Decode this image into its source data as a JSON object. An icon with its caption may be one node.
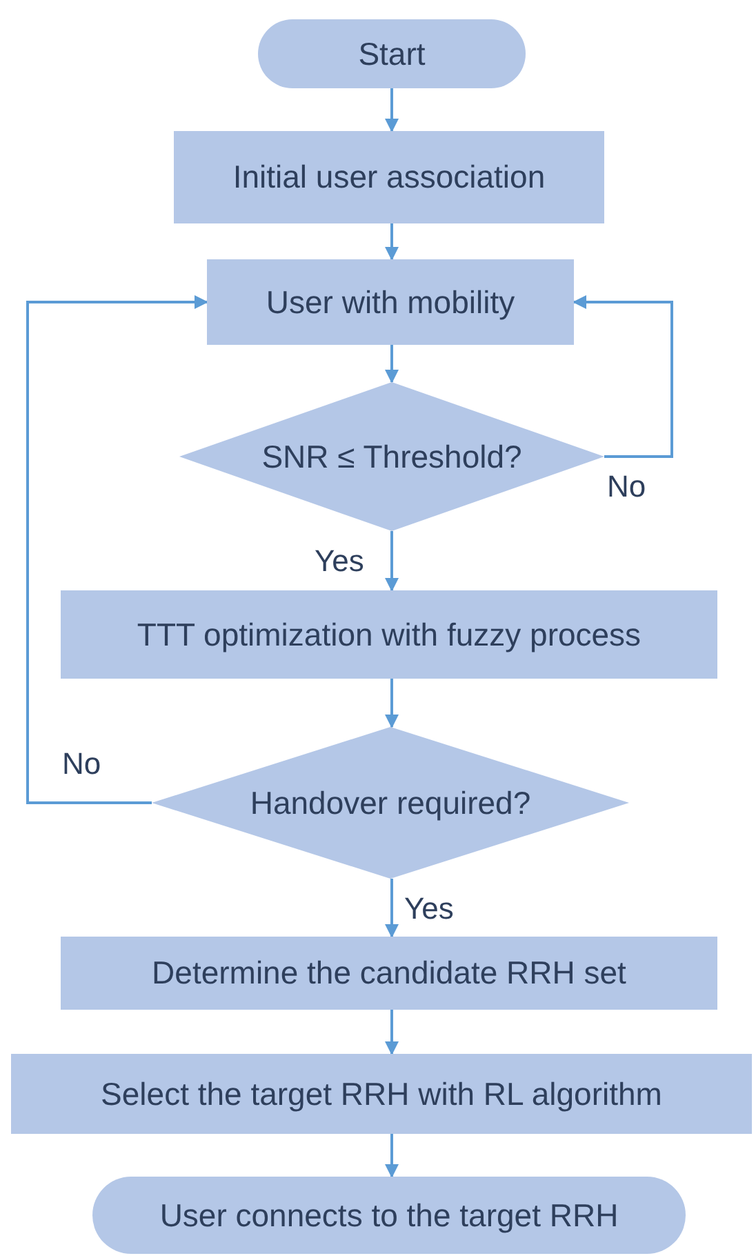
{
  "diagram": {
    "nodes": [
      {
        "text": [
          "Start"
        ]
      },
      {
        "text": [
          "Initial user association"
        ]
      },
      {
        "text": [
          "User with mobility"
        ]
      },
      {
        "text": [
          "SNR ≤ Threshold?"
        ]
      },
      {
        "text": [
          "TTT optimization with fuzzy process"
        ]
      },
      {
        "text": [
          "Handover required?"
        ]
      },
      {
        "text": [
          "Determine the candidate RRH set"
        ]
      },
      {
        "text": [
          "Select the target RRH with RL algorithm"
        ]
      },
      {
        "text": [
          "User connects to the target RRH"
        ]
      }
    ],
    "edges": [
      {
        "from": 0,
        "to": 1,
        "arrow": "to"
      },
      {
        "from": 1,
        "to": 2,
        "arrow": "to"
      },
      {
        "from": 2,
        "to": 3,
        "arrow": "to"
      },
      {
        "from": 3,
        "to": 4,
        "arrow": "to",
        "label": "Yes"
      },
      {
        "from": 3,
        "to": 2,
        "arrow": "to",
        "label": "No"
      },
      {
        "from": 4,
        "to": 5,
        "arrow": "to"
      },
      {
        "from": 5,
        "to": 2,
        "arrow": "to",
        "label": "No"
      },
      {
        "from": 5,
        "to": 6,
        "arrow": "to",
        "label": "Yes"
      },
      {
        "from": 6,
        "to": 7,
        "arrow": "to"
      },
      {
        "from": 7,
        "to": 8,
        "arrow": "to"
      }
    ]
  }
}
